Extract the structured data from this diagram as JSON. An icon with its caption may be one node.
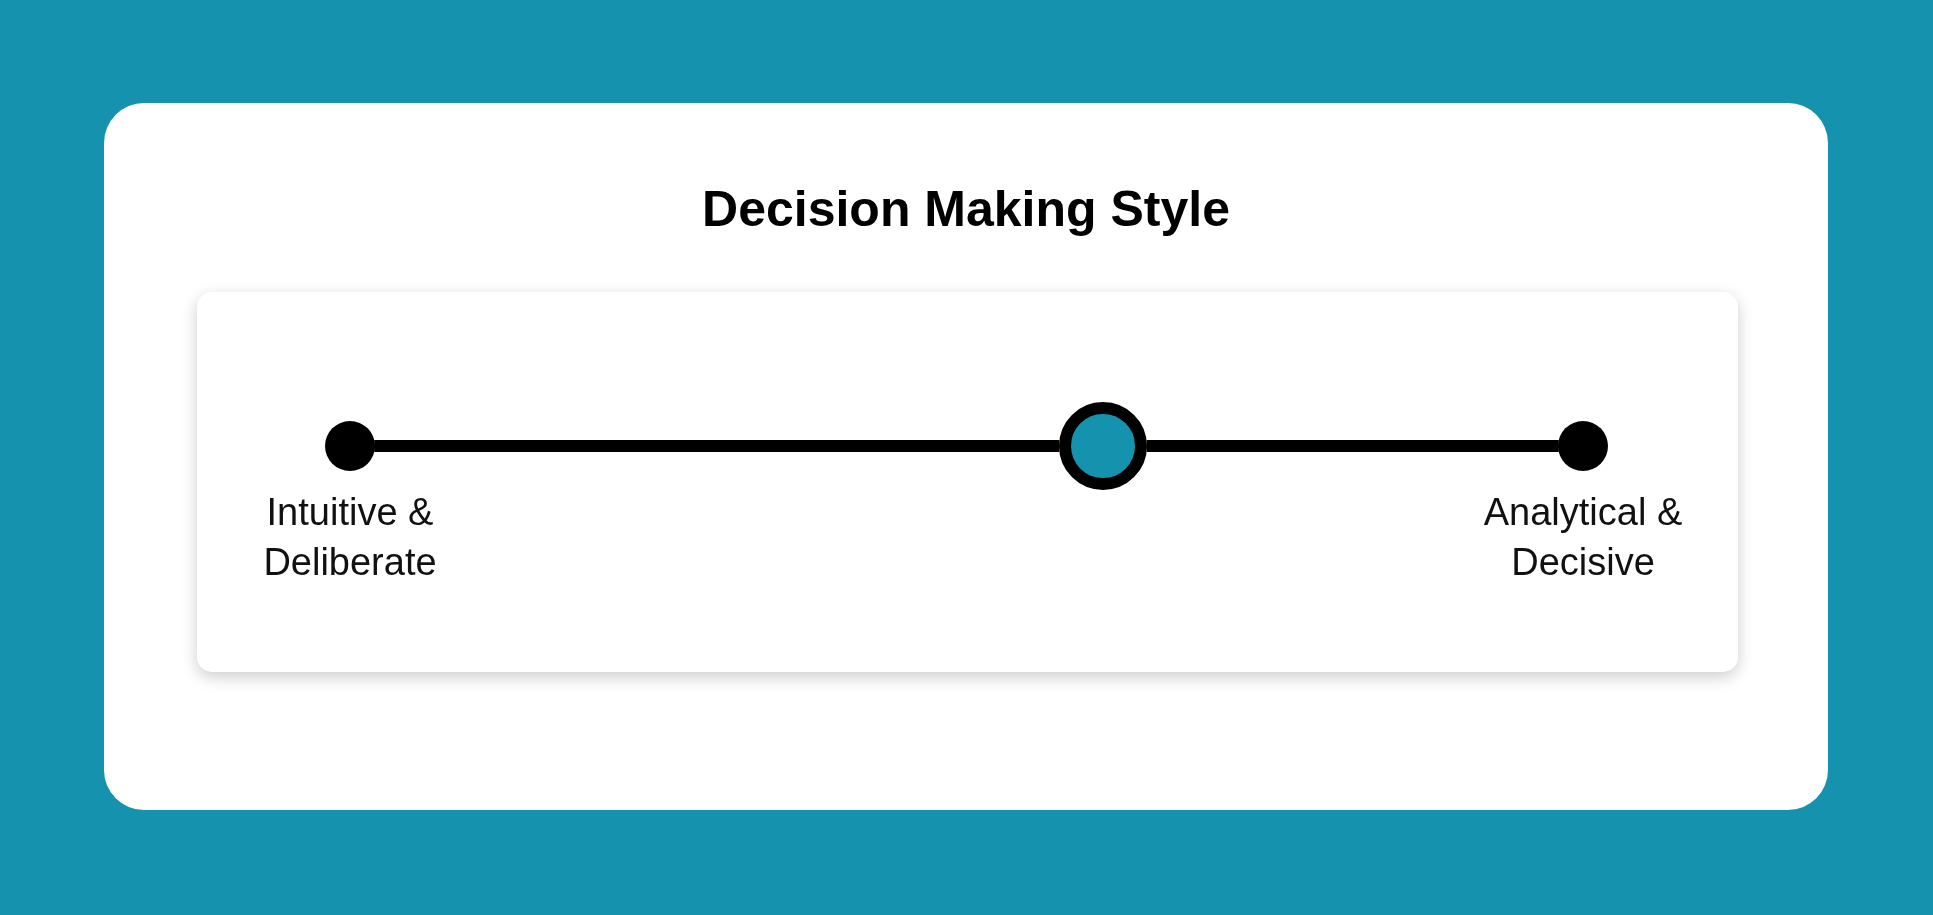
{
  "diagram": {
    "title": "Decision Making Style",
    "nodes": [
      {
        "text": [],
        "shape": "dot",
        "beside": [
          "Intuitive & Deliberate"
        ]
      },
      {
        "text": [],
        "shape": "circle"
      },
      {
        "text": [],
        "shape": "dot",
        "beside": [
          "Analytical & Decisive"
        ]
      }
    ],
    "edges": [
      {
        "from": 0,
        "to": 1,
        "arrow": "none"
      },
      {
        "from": 1,
        "to": 2,
        "arrow": "none"
      }
    ]
  }
}
